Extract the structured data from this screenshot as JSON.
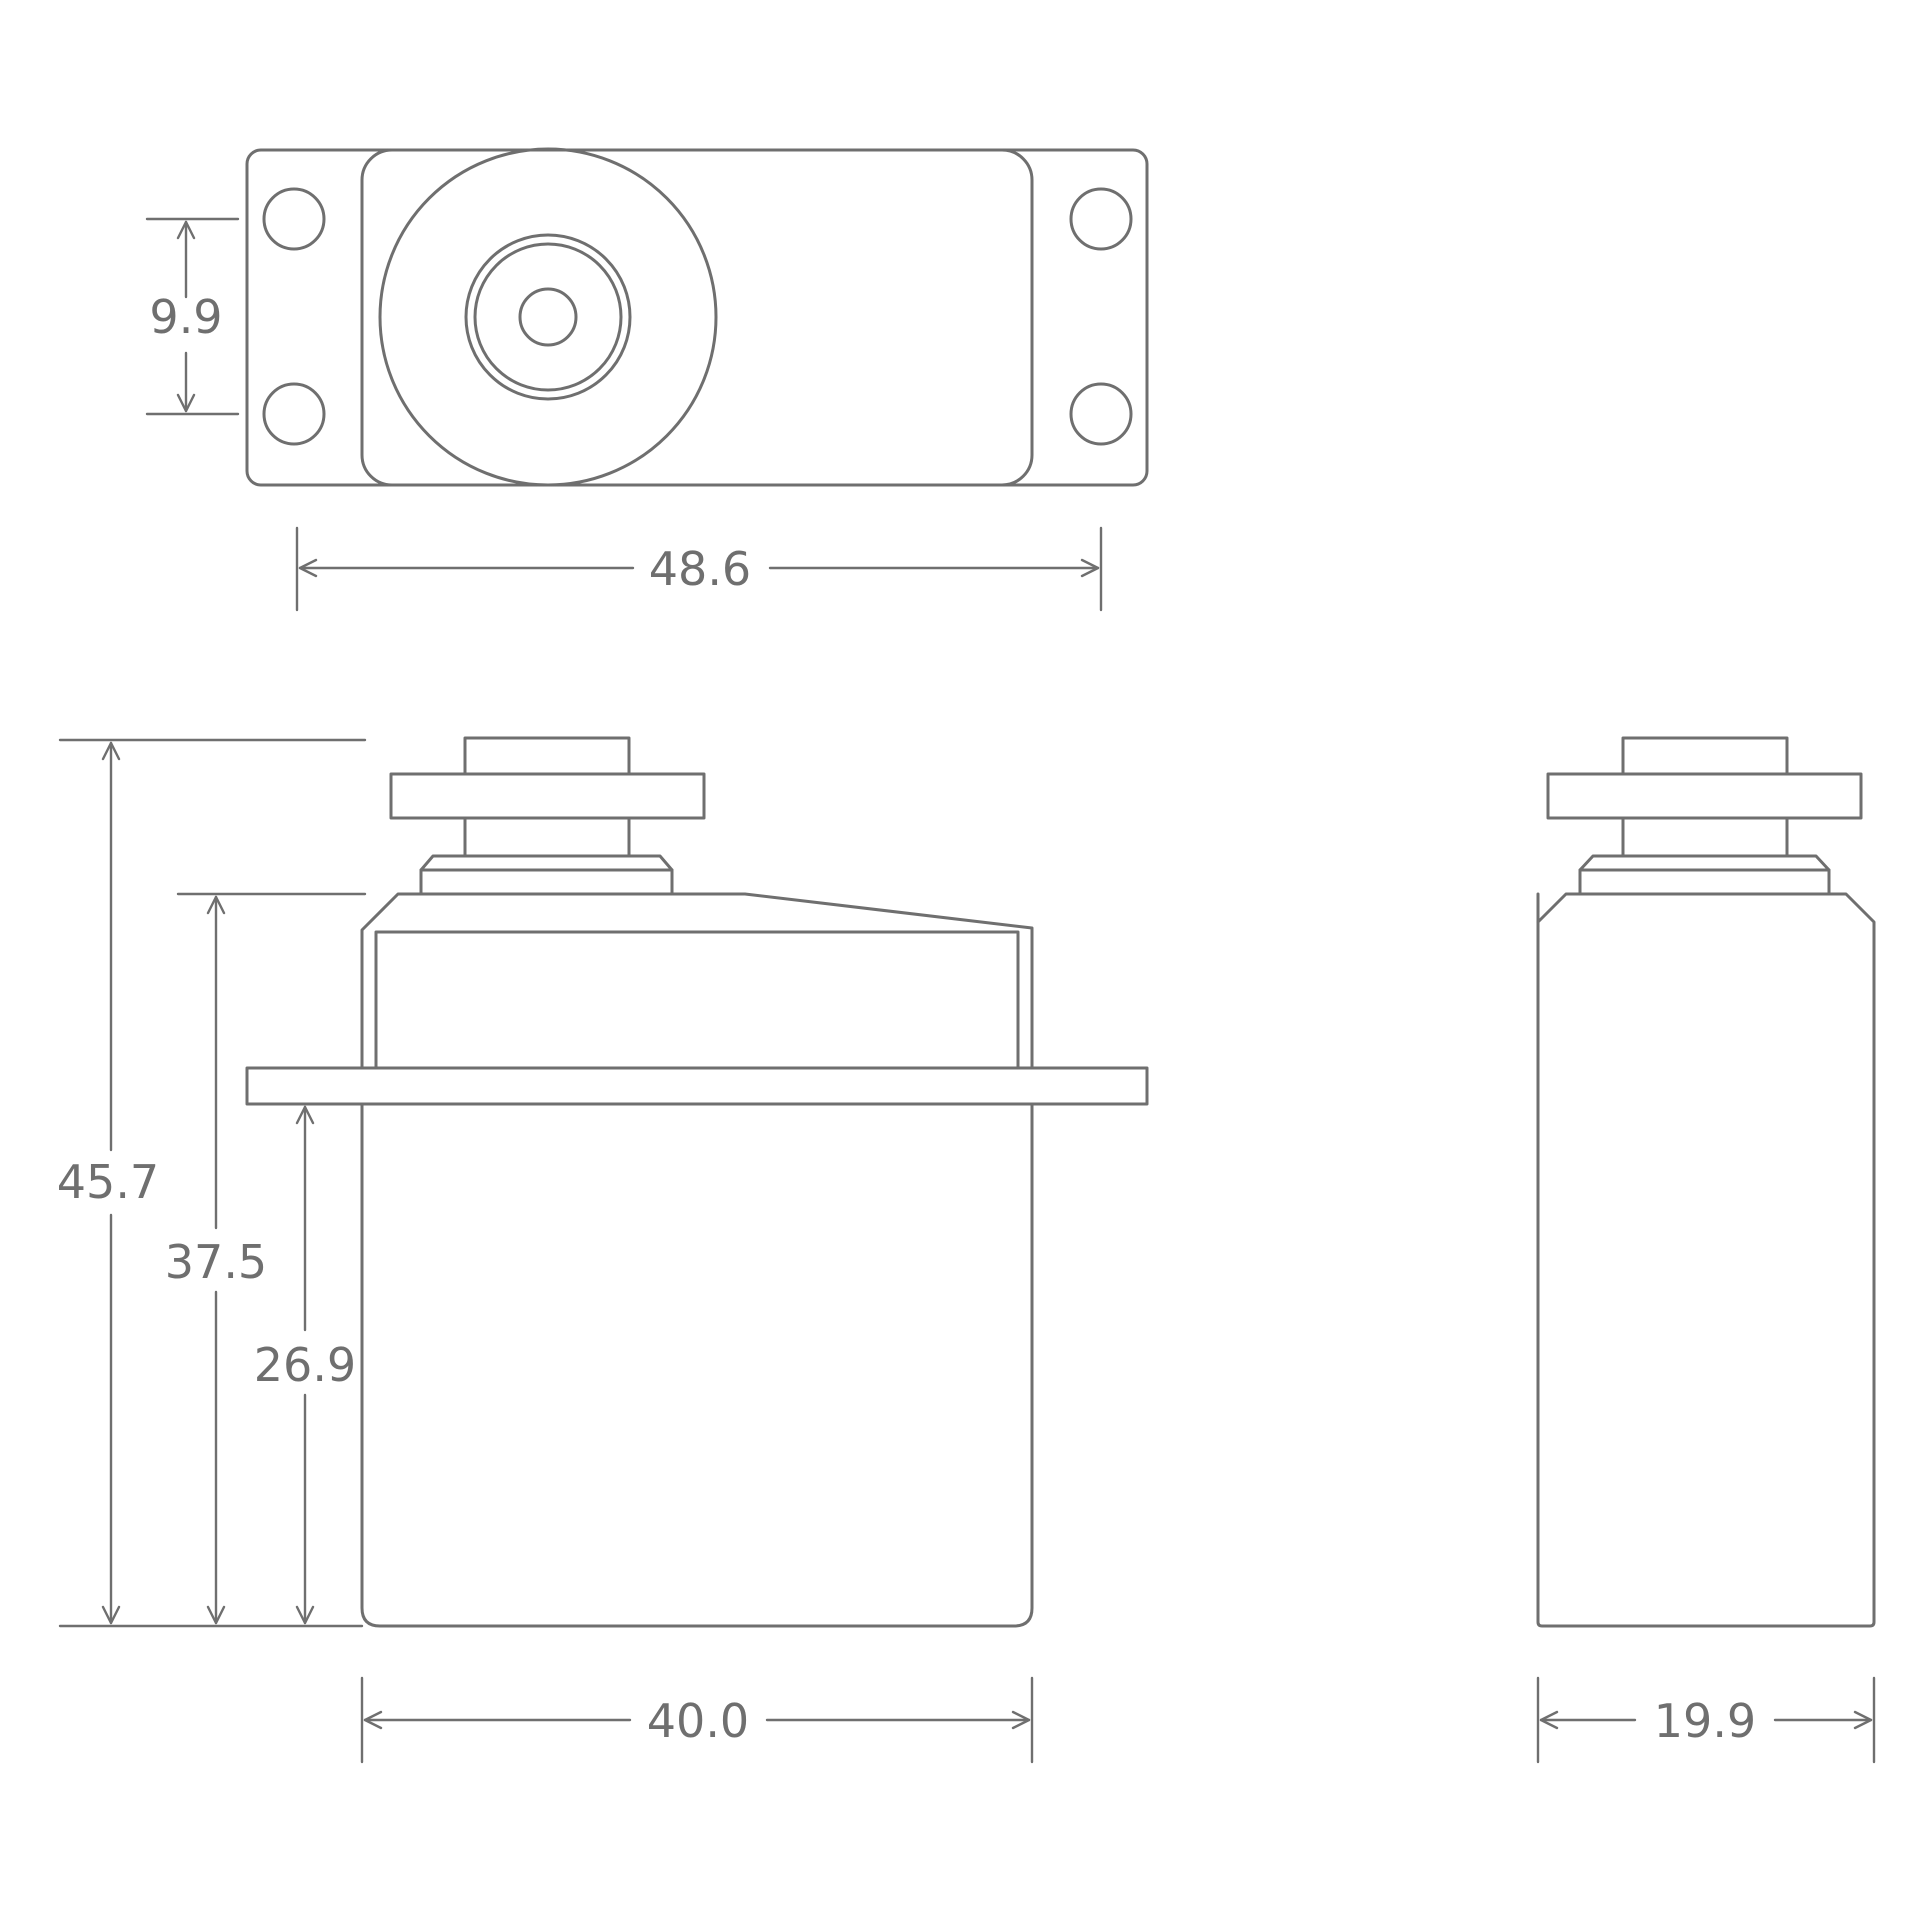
{
  "colors": {
    "line": "#6f6f6f",
    "text": "#6f6f6f",
    "background": "#ffffff"
  },
  "dimensions": {
    "top_hole_spacing": "9.9",
    "top_overall_width": "48.6",
    "front_total_height": "45.7",
    "front_height_to_top_case": "37.5",
    "front_height_to_flange": "26.9",
    "front_body_width": "40.0",
    "side_body_width": "19.9"
  }
}
